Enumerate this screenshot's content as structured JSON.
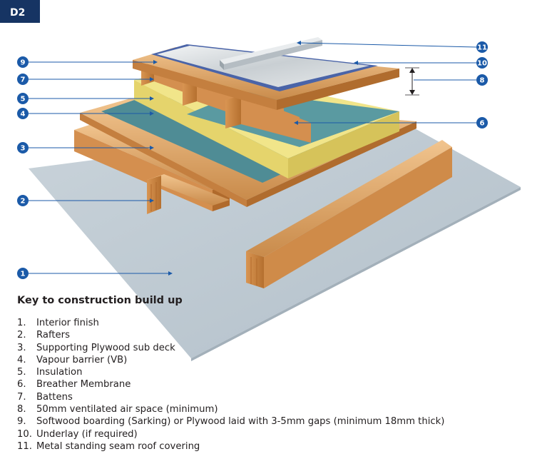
{
  "badge": "D2",
  "key_title": "Key to construction build up",
  "key_items": [
    {
      "num": "1.",
      "text": "Interior finish"
    },
    {
      "num": "2.",
      "text": "Rafters"
    },
    {
      "num": "3.",
      "text": "Supporting Plywood sub deck"
    },
    {
      "num": "4.",
      "text": "Vapour barrier (VB)"
    },
    {
      "num": "5.",
      "text": "Insulation"
    },
    {
      "num": "6.",
      "text": "Breather Membrane"
    },
    {
      "num": "7.",
      "text": "Battens"
    },
    {
      "num": "8.",
      "text": "50mm ventilated air space (minimum)"
    },
    {
      "num": "9.",
      "text": "Softwood boarding (Sarking) or Plywood laid with 3-5mm gaps (minimum 18mm thick)"
    },
    {
      "num": "10.",
      "text": "Underlay (if required)"
    },
    {
      "num": "11.",
      "text": "Metal standing seam roof covering"
    }
  ],
  "callouts": {
    "c1": "1",
    "c2": "2",
    "c3": "3",
    "c4": "4",
    "c5": "5",
    "c6": "6",
    "c7": "7",
    "c8": "8",
    "c9": "9",
    "c10": "10",
    "c11": "11"
  },
  "colors": {
    "badge": "#163463",
    "callout": "#1b5aa8",
    "ceiling": "#bfcbd4",
    "timber": "#d8a46a",
    "insulation": "#ecde7a",
    "vapour_barrier": "#4f8c95",
    "breather": "#5a9aa1",
    "underlay": "#4a64a8",
    "metal": "#d5dade"
  }
}
